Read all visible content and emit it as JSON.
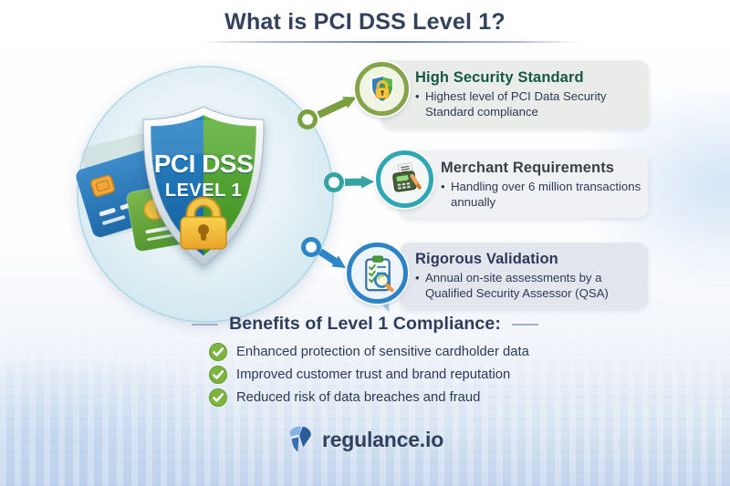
{
  "title": "What is PCI DSS Level 1?",
  "shield_badge": {
    "line1": "PCI DSS",
    "line2": "LEVEL 1"
  },
  "cards": [
    {
      "title": "High Security Standard",
      "bullet": "Highest level of PCI Data Security Standard compliance",
      "icon": "shield-lock-icon",
      "accent": "#85a34b"
    },
    {
      "title": "Merchant Requirements",
      "bullet": "Handling over 6 million transactions annually",
      "icon": "payment-terminal-icon",
      "accent": "#2fa6b4"
    },
    {
      "title": "Rigorous Validation",
      "bullet": "Annual on-site assessments by a Qualified Security Assessor (QSA)",
      "icon": "clipboard-magnifier-icon",
      "accent": "#2d83c8"
    }
  ],
  "benefits": {
    "heading": "Benefits of Level 1 Compliance:",
    "items": [
      "Enhanced protection of sensitive cardholder data",
      "Improved customer trust and brand reputation",
      "Reduced risk of data breaches and fraud"
    ]
  },
  "footer": {
    "brand": "regulance.io"
  },
  "colors": {
    "title_text": "#33415f",
    "card1_title": "#15584a",
    "card2_title": "#3a4149",
    "card3_title": "#2d3a5e",
    "arrow_green": "#7a9f3f",
    "arrow_teal": "#35a3a3",
    "arrow_blue": "#2e86c8",
    "check_green": "#7db440",
    "shield_blue": "#2e86c8",
    "shield_green": "#4fa32e",
    "lock_gold": "#f2c64a",
    "bottom_wash": "#c2d3ec"
  }
}
